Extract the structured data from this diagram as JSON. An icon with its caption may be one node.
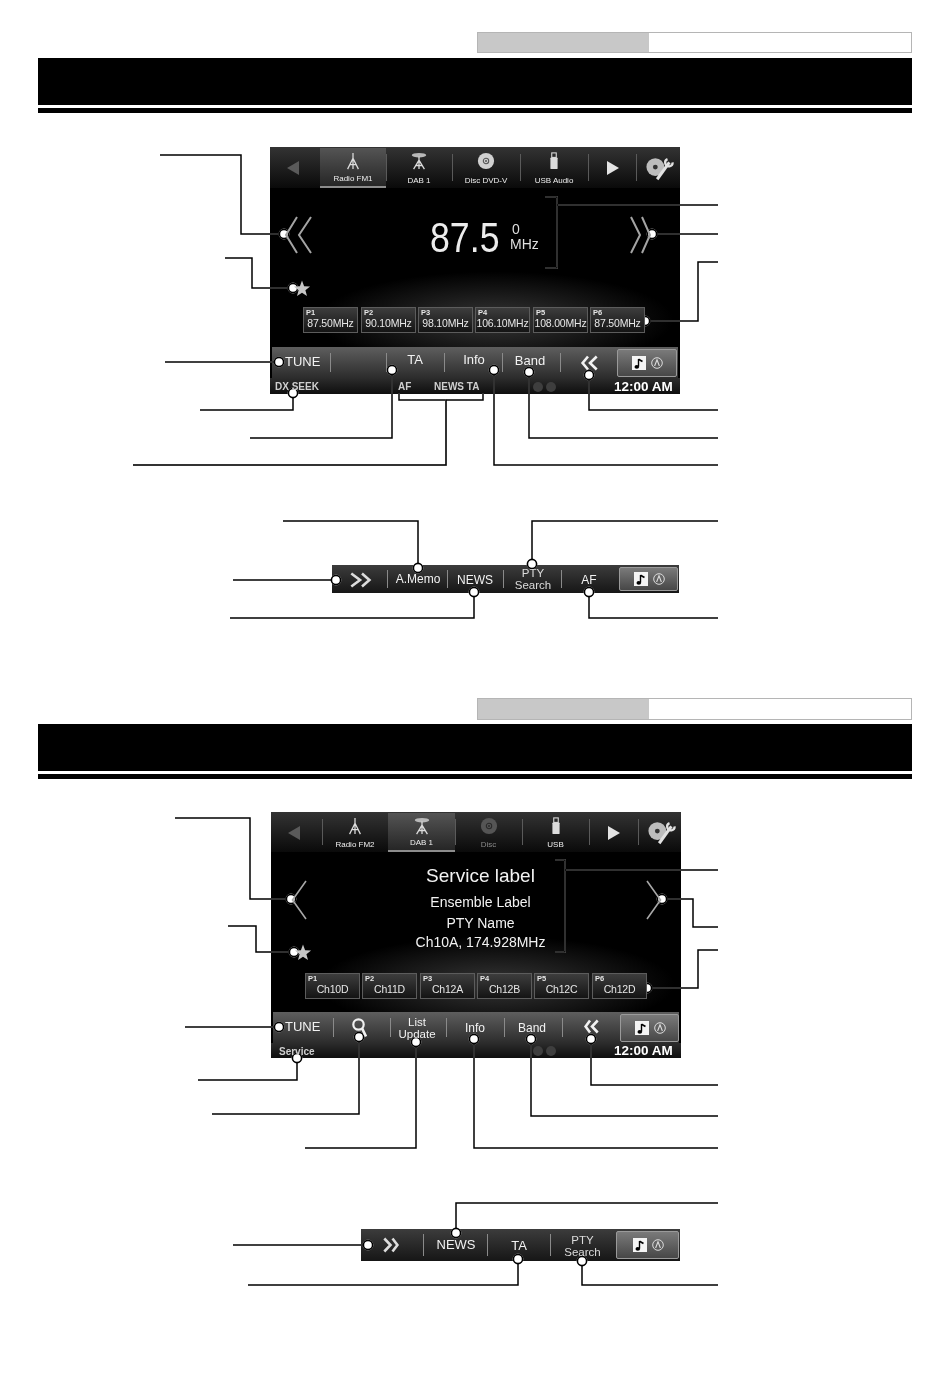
{
  "diagram": {
    "nodes": [
      {
        "text": [],
        "shape": "box"
      },
      {
        "text": [
          "Radio FM1"
        ],
        "in": 0
      },
      {
        "text": [
          "DAB 1"
        ],
        "in": 0
      },
      {
        "text": [
          "Disc DVD-V"
        ],
        "in": 0
      },
      {
        "text": [
          "USB Audio"
        ],
        "in": 0
      },
      {
        "text": [],
        "shape": "picture",
        "in": 0
      },
      {
        "text": [
          "87.5",
          "0",
          "MHz"
        ],
        "in": 0
      },
      {
        "text": [],
        "shape": "picture",
        "in": 0
      },
      {
        "text": [],
        "shape": "picture",
        "in": 0
      },
      {
        "text": [
          "P1",
          "87.50MHz"
        ],
        "in": 0
      },
      {
        "text": [
          "P2",
          "90.10MHz"
        ],
        "in": 0
      },
      {
        "text": [
          "P3",
          "98.10MHz"
        ],
        "in": 0
      },
      {
        "text": [
          "P4",
          "106.10MHz"
        ],
        "in": 0
      },
      {
        "text": [
          "P5",
          "108.00MHz"
        ],
        "in": 0
      },
      {
        "text": [
          "P6",
          "87.50MHz"
        ],
        "in": 0
      },
      {
        "text": [
          "TUNE"
        ],
        "in": 0
      },
      {
        "text": [
          "TA"
        ],
        "in": 0
      },
      {
        "text": [
          "Info"
        ],
        "in": 0
      },
      {
        "text": [
          "Band"
        ],
        "in": 0
      },
      {
        "text": [],
        "shape": "picture",
        "in": 0
      },
      {
        "text": [
          "DX SEEK"
        ],
        "in": 0
      },
      {
        "text": [
          "AF"
        ],
        "in": 0
      },
      {
        "text": [
          "NEWS TA"
        ],
        "in": 0
      },
      {
        "text": [],
        "shape": "bar"
      },
      {
        "text": [],
        "shape": "picture",
        "in": 23
      },
      {
        "text": [
          "A.Memo"
        ],
        "in": 23
      },
      {
        "text": [
          "NEWS"
        ],
        "in": 23
      },
      {
        "text": [
          "PTY Search"
        ],
        "in": 23
      },
      {
        "text": [
          "AF"
        ],
        "in": 23
      },
      {
        "text": [],
        "shape": "box"
      },
      {
        "text": [
          "Radio FM2"
        ],
        "in": 29
      },
      {
        "text": [
          "DAB 1"
        ],
        "in": 29
      },
      {
        "text": [
          "Disc"
        ],
        "in": 29
      },
      {
        "text": [
          "USB"
        ],
        "in": 29
      },
      {
        "text": [],
        "shape": "picture",
        "in": 29
      },
      {
        "text": [
          "Service label",
          "Ensemble Label",
          "PTY Name",
          "Ch10A, 174.928MHz"
        ],
        "in": 29
      },
      {
        "text": [],
        "shape": "picture",
        "in": 29
      },
      {
        "text": [],
        "shape": "picture",
        "in": 29
      },
      {
        "text": [
          "P1",
          "Ch10D"
        ],
        "in": 29
      },
      {
        "text": [
          "P2",
          "Ch11D"
        ],
        "in": 29
      },
      {
        "text": [
          "P3",
          "Ch12A"
        ],
        "in": 29
      },
      {
        "text": [
          "P4",
          "Ch12B"
        ],
        "in": 29
      },
      {
        "text": [
          "P5",
          "Ch12C"
        ],
        "in": 29
      },
      {
        "text": [
          "P6",
          "Ch12D"
        ],
        "in": 29
      },
      {
        "text": [
          "TUNE"
        ],
        "in": 29
      },
      {
        "text": [],
        "shape": "picture",
        "in": 29
      },
      {
        "text": [
          "List Update"
        ],
        "in": 29
      },
      {
        "text": [
          "Info"
        ],
        "in": 29
      },
      {
        "text": [
          "Band"
        ],
        "in": 29
      },
      {
        "text": [],
        "shape": "picture",
        "in": 29
      },
      {
        "text": [
          "Service"
        ],
        "in": 29
      },
      {
        "text": [],
        "shape": "bar"
      },
      {
        "text": [],
        "shape": "picture",
        "in": 51
      },
      {
        "text": [
          "NEWS"
        ],
        "in": 51
      },
      {
        "text": [
          "TA"
        ],
        "in": 51
      },
      {
        "text": [
          "PTY Search"
        ],
        "in": 51
      }
    ],
    "edges": [
      {
        "from": null,
        "to": 5,
        "arrow": "other"
      },
      {
        "from": null,
        "to": 8,
        "arrow": "other"
      },
      {
        "from": null,
        "to": 15,
        "arrow": "other"
      },
      {
        "from": null,
        "to": 20,
        "arrow": "other"
      },
      {
        "from": null,
        "to": 16,
        "arrow": "other"
      },
      {
        "from": null,
        "to": 21,
        "arrow": "none"
      },
      {
        "from": null,
        "to": 22,
        "arrow": "none"
      },
      {
        "from": null,
        "to": 6,
        "arrow": "none"
      },
      {
        "from": null,
        "to": 7,
        "arrow": "other"
      },
      {
        "from": null,
        "to": 14,
        "arrow": "other"
      },
      {
        "from": null,
        "to": 19,
        "arrow": "other"
      },
      {
        "from": null,
        "to": 18,
        "arrow": "other"
      },
      {
        "from": null,
        "to": 17,
        "arrow": "other"
      },
      {
        "from": null,
        "to": 25,
        "arrow": "other"
      },
      {
        "from": null,
        "to": 24,
        "arrow": "other"
      },
      {
        "from": null,
        "to": 26,
        "arrow": "other"
      },
      {
        "from": null,
        "to": 27,
        "arrow": "other"
      },
      {
        "from": null,
        "to": 28,
        "arrow": "other"
      },
      {
        "from": null,
        "to": 34,
        "arrow": "other"
      },
      {
        "from": null,
        "to": 37,
        "arrow": "other"
      },
      {
        "from": null,
        "to": 44,
        "arrow": "other"
      },
      {
        "from": null,
        "to": 50,
        "arrow": "other"
      },
      {
        "from": null,
        "to": 45,
        "arrow": "other"
      },
      {
        "from": null,
        "to": 46,
        "arrow": "other"
      },
      {
        "from": null,
        "to": 35,
        "arrow": "none"
      },
      {
        "from": null,
        "to": 36,
        "arrow": "other"
      },
      {
        "from": null,
        "to": 43,
        "arrow": "other"
      },
      {
        "from": null,
        "to": 49,
        "arrow": "other"
      },
      {
        "from": null,
        "to": 48,
        "arrow": "other"
      },
      {
        "from": null,
        "to": 47,
        "arrow": "other"
      },
      {
        "from": null,
        "to": 53,
        "arrow": "other"
      },
      {
        "from": null,
        "to": 52,
        "arrow": "other"
      },
      {
        "from": null,
        "to": 54,
        "arrow": "other"
      },
      {
        "from": null,
        "to": 55,
        "arrow": "other"
      }
    ],
    "labels": [
      "12:00 AM",
      "12:00 AM"
    ]
  }
}
